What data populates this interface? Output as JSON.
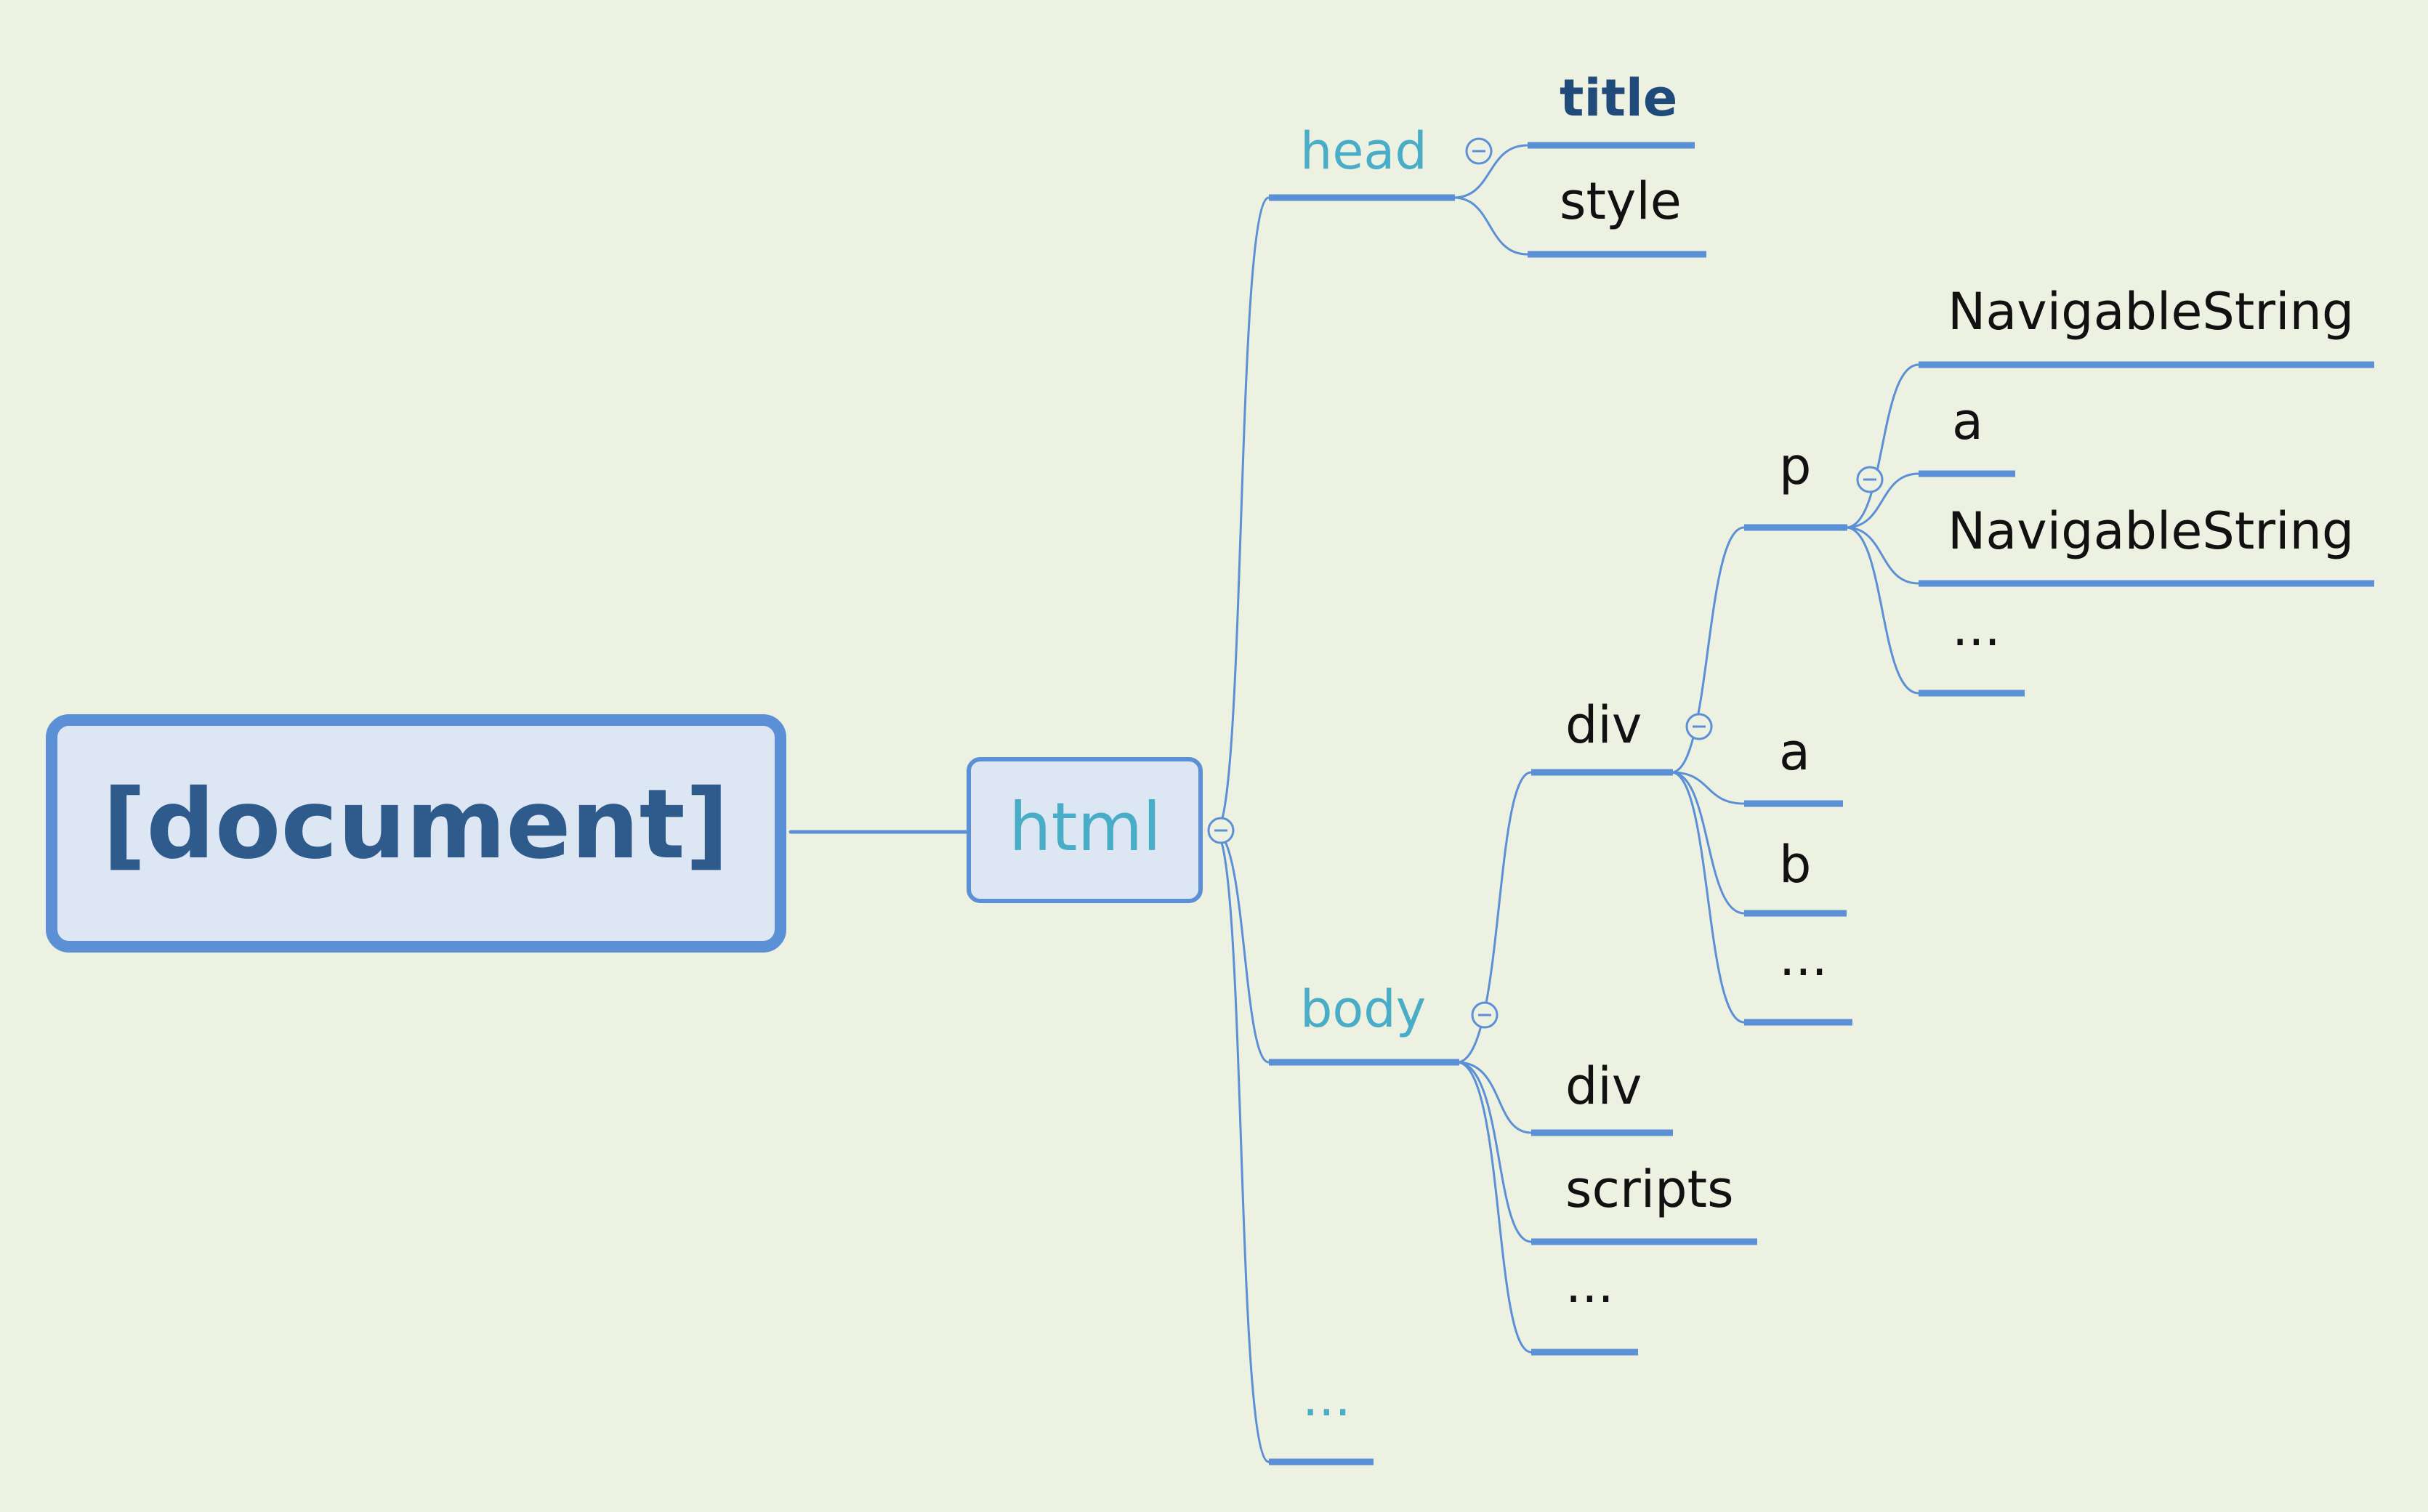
{
  "root": {
    "label": "[document]"
  },
  "html": {
    "label": "html"
  },
  "head": {
    "label": "head",
    "children": [
      {
        "label": "title"
      },
      {
        "label": "style"
      }
    ]
  },
  "body": {
    "label": "body",
    "div1": {
      "label": "div",
      "p": {
        "label": "p",
        "children": [
          {
            "label": "NavigableString"
          },
          {
            "label": "a"
          },
          {
            "label": "NavigableString"
          },
          {
            "label": "..."
          }
        ]
      },
      "children": [
        {
          "label": "a"
        },
        {
          "label": "b"
        },
        {
          "label": "..."
        }
      ]
    },
    "children": [
      {
        "label": "div"
      },
      {
        "label": "scripts"
      },
      {
        "label": "..."
      }
    ]
  },
  "html_more": {
    "label": "..."
  },
  "colors": {
    "background": "#edf1e1",
    "line": "#5b8fd6",
    "root_text": "#2f5a8c",
    "teal_text": "#4aadc8",
    "navy_text": "#1f4a7a",
    "black_text": "#111111",
    "box_fill": "#dde6f3"
  }
}
